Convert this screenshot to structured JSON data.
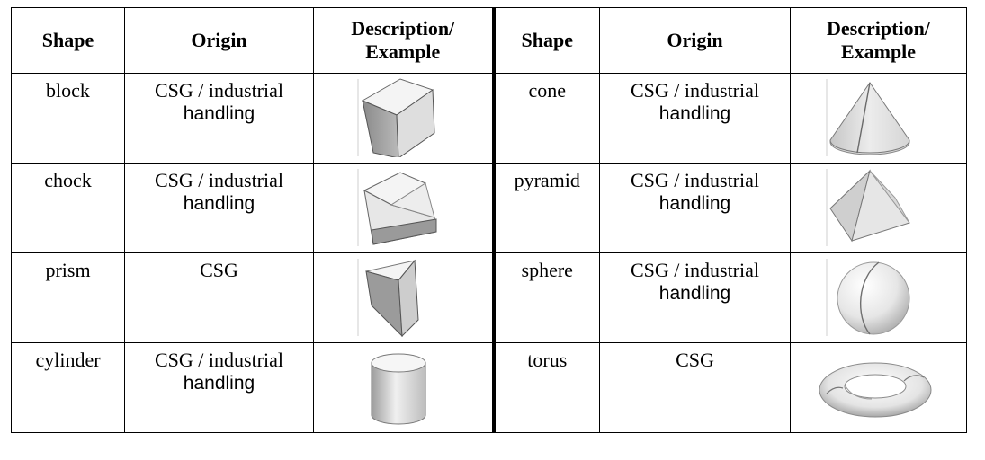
{
  "headers": {
    "shape": "Shape",
    "origin": "Origin",
    "description_line1": "Description/",
    "description_line2": "Example"
  },
  "rows": [
    {
      "left": {
        "shape": "block",
        "origin_line1": "CSG / industrial",
        "origin_line2": "handling",
        "icon": "cube-icon"
      },
      "right": {
        "shape": "cone",
        "origin_line1": "CSG / industrial",
        "origin_line2": "handling",
        "icon": "cone-icon"
      }
    },
    {
      "left": {
        "shape": "chock",
        "origin_line1": "CSG / industrial",
        "origin_line2": "handling",
        "icon": "chock-icon"
      },
      "right": {
        "shape": "pyramid",
        "origin_line1": "CSG / industrial",
        "origin_line2": "handling",
        "icon": "pyramid-icon"
      }
    },
    {
      "left": {
        "shape": "prism",
        "origin_line1": "CSG",
        "origin_line2": "",
        "icon": "prism-icon"
      },
      "right": {
        "shape": "sphere",
        "origin_line1": "CSG / industrial",
        "origin_line2": "handling",
        "icon": "sphere-icon"
      }
    },
    {
      "left": {
        "shape": "cylinder",
        "origin_line1": "CSG / industrial",
        "origin_line2": "handling",
        "icon": "cylinder-icon"
      },
      "right": {
        "shape": "torus",
        "origin_line1": "CSG",
        "origin_line2": "",
        "icon": "torus-icon"
      }
    }
  ]
}
